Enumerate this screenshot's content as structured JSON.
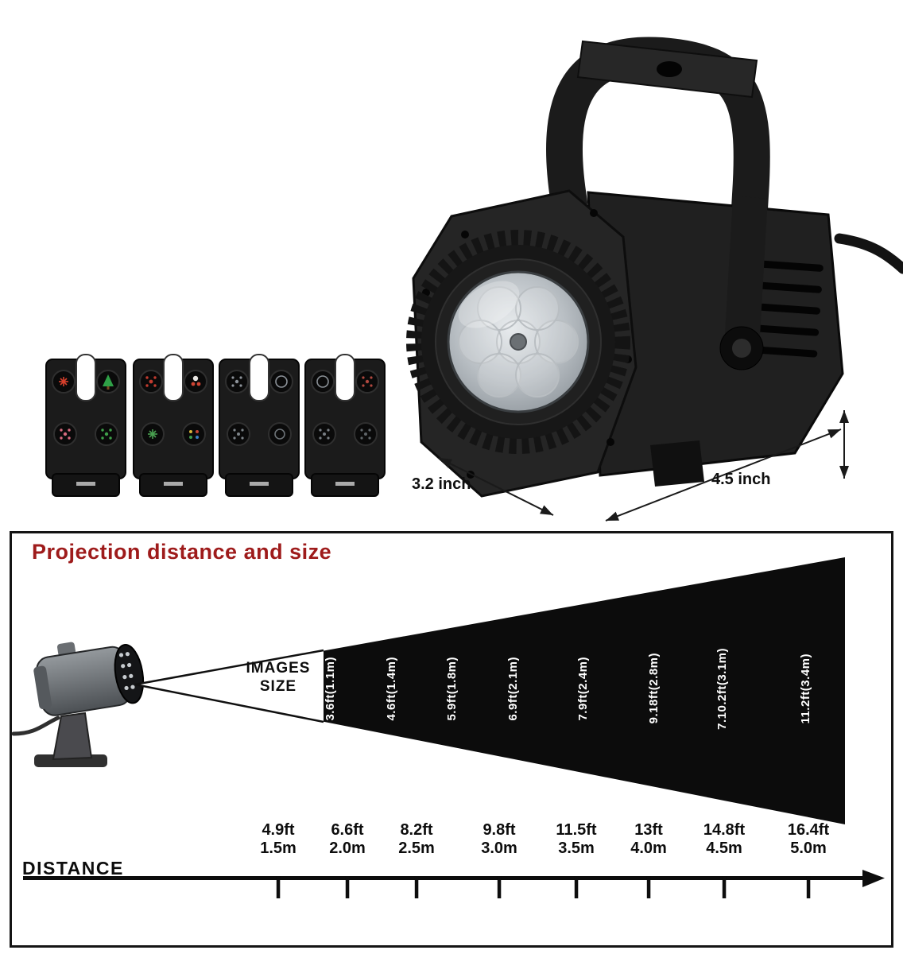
{
  "colors": {
    "title_red": "#9e1b1b",
    "cone_black": "#0c0c0c",
    "beam_text_white": "#ffffff",
    "ink_black": "#101010"
  },
  "photo": {
    "front_dimension": "3.2 inch",
    "side_dimension": "4.5 inch"
  },
  "diagram": {
    "title": "Projection distance and size",
    "images_size": {
      "line1": "IMAGES",
      "line2": "SIZE"
    },
    "axis_label": "DISTANCE",
    "size_labels": [
      "3.6ft(1.1m)",
      "4.6ft(1.4m)",
      "5.9ft(1.8m)",
      "6.9ft(2.1m)",
      "7.9ft(2.4m)",
      "9.18ft(2.8m)",
      "7.10.2ft(3.1m)",
      "11.2ft(3.4m)"
    ],
    "distances_ft": [
      "4.9ft",
      "6.6ft",
      "8.2ft",
      "9.8ft",
      "11.5ft",
      "13ft",
      "14.8ft",
      "16.4ft"
    ],
    "distances_m": [
      "1.5m",
      "2.0m",
      "2.5m",
      "3.0m",
      "3.5m",
      "4.0m",
      "4.5m",
      "5.0m"
    ]
  },
  "chart_data": {
    "type": "area",
    "title": "Projection distance and size",
    "xlabel": "DISTANCE",
    "x_distance_ft": [
      4.9,
      6.6,
      8.2,
      9.8,
      11.5,
      13,
      14.8,
      16.4
    ],
    "x_distance_m": [
      1.5,
      2.0,
      2.5,
      3.0,
      3.5,
      4.0,
      4.5,
      5.0
    ],
    "image_size_ft": [
      3.6,
      4.6,
      5.9,
      6.9,
      7.9,
      9.18,
      10.2,
      11.2
    ],
    "image_size_m": [
      1.1,
      1.4,
      1.8,
      2.1,
      2.4,
      2.8,
      3.1,
      3.4
    ],
    "legend": "off",
    "grid": "off",
    "notes": "black projection cone widens with distance; size labels printed vertically inside cone"
  }
}
